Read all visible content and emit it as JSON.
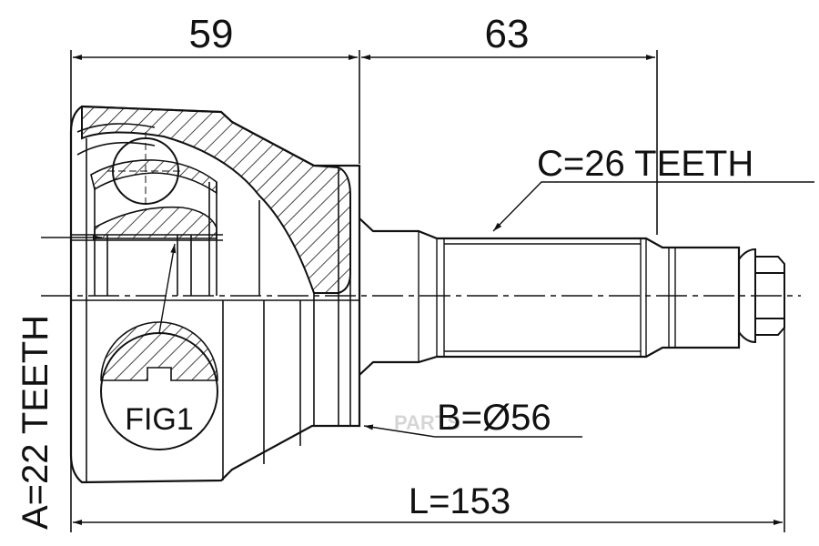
{
  "dimensions": {
    "top_left": "59",
    "top_right": "63",
    "length": "L=153",
    "outer_diameter": "B=Ø56"
  },
  "callouts": {
    "outer_spline": "C=26 TEETH",
    "inner_spline": "A=22 TEETH",
    "detail": "FIG1"
  },
  "watermark": "PARTS"
}
